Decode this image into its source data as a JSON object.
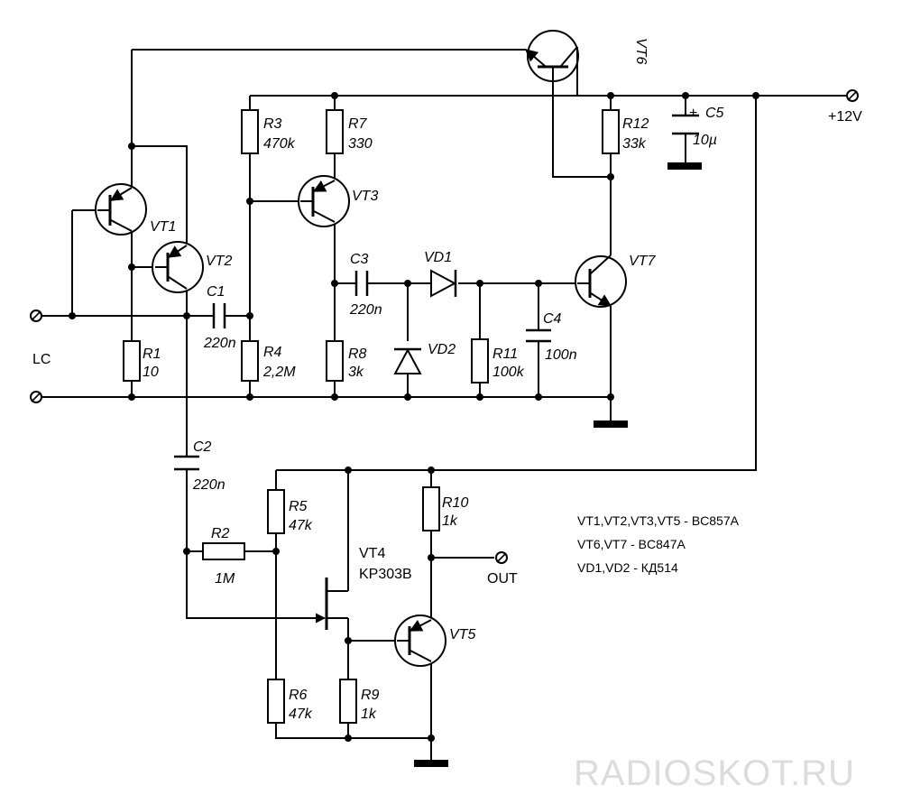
{
  "components": {
    "R1": {
      "ref": "R1",
      "value": "10"
    },
    "R2": {
      "ref": "R2",
      "value": "1M"
    },
    "R3": {
      "ref": "R3",
      "value": "470k"
    },
    "R4": {
      "ref": "R4",
      "value": "2,2M"
    },
    "R5": {
      "ref": "R5",
      "value": "47k"
    },
    "R6": {
      "ref": "R6",
      "value": "47k"
    },
    "R7": {
      "ref": "R7",
      "value": "330"
    },
    "R8": {
      "ref": "R8",
      "value": "3k"
    },
    "R9": {
      "ref": "R9",
      "value": "1k"
    },
    "R10": {
      "ref": "R10",
      "value": "1k"
    },
    "R11": {
      "ref": "R11",
      "value": "100k"
    },
    "R12": {
      "ref": "R12",
      "value": "33k"
    },
    "C1": {
      "ref": "C1",
      "value": "220n"
    },
    "C2": {
      "ref": "C2",
      "value": "220n"
    },
    "C3": {
      "ref": "C3",
      "value": "220n"
    },
    "C4": {
      "ref": "C4",
      "value": "100n"
    },
    "C5": {
      "ref": "C5",
      "value": "10µ",
      "polarity": "+"
    },
    "VD1": {
      "ref": "VD1"
    },
    "VD2": {
      "ref": "VD2"
    },
    "VT1": {
      "ref": "VT1"
    },
    "VT2": {
      "ref": "VT2"
    },
    "VT3": {
      "ref": "VT3"
    },
    "VT4": {
      "ref": "VT4",
      "part": "KP303B"
    },
    "VT5": {
      "ref": "VT5"
    },
    "VT6": {
      "ref": "VT6"
    },
    "VT7": {
      "ref": "VT7"
    }
  },
  "terminals": {
    "lc": "LC",
    "supply": "+12V",
    "out": "OUT"
  },
  "notes": [
    "VT1,VT2,VT3,VT5 - BC857A",
    "VT6,VT7 - BC847A",
    "VD1,VD2 - КД514"
  ],
  "watermark": "RADIOSKOT.RU",
  "colors": {
    "ink": "#000000",
    "background": "#ffffff",
    "watermark": "#dcdcdc"
  }
}
